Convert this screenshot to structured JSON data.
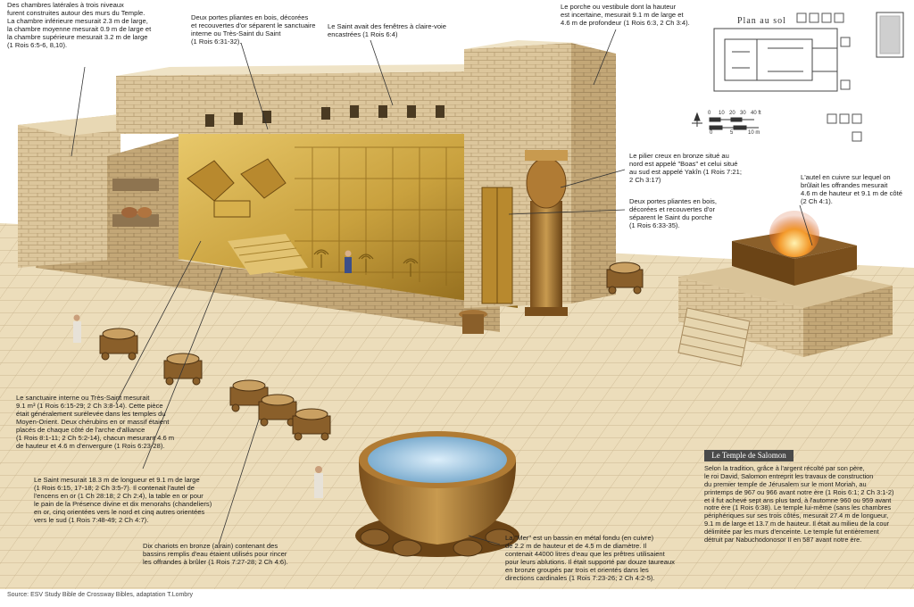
{
  "notes": {
    "side_rooms": "Des chambres latérales à trois niveaux\nfurent construites autour des murs du Temple.\nLa chambre inférieure mesurait 2.3 m de large,\nla chambre moyenne mesurait 0.9 m de large et\nla chambre supérieure mesurait 3.2 m de large\n(1 Rois 6:5-6, 8,10).",
    "inner_doors": "Deux portes pliantes en bois, décorées\net recouvertes d'or séparent le sanctuaire\ninterne ou Très-Saint du Saint\n(1 Rois 6:31-32).",
    "windows": "Le Saint avait des fenêtres à claire-voie\nencastrées (1 Rois 6:4)",
    "porch": "Le porche ou vestibule dont la hauteur\nest incertaine, mesurait 9.1 m de large et\n4.6 m de profondeur (1 Rois 6:3, 2 Ch 3:4).",
    "pillars": "Le pilier creux en bronze situé au\nnord est appelé \"Boas\" et celui situé\nau sud est appelé Yakîn (1 Rois 7:21;\n2 Ch 3:17)",
    "outer_doors": "Deux portes pliantes en bois,\ndécorées et recouvertes d'or\nséparent le Saint du porche\n(1 Rois 6:33-35).",
    "altar": "L'autel en cuivre sur lequel on\nbrûlait les offrandes mesurait\n4.6 m de hauteur et 9.1 m de côté\n(2 Ch 4:1).",
    "holy_of_holies": "Le sanctuaire interne ou Très-Saint mesurait\n9.1 m³ (1 Rois 6:15-29; 2 Ch 3:8-14). Cette pièce\nétait généralement surélevée dans les temples du\nMoyen-Orient. Deux chérubins en or massif étaient\nplacés de chaque côté de l'arche d'alliance\n(1 Rois 8:1-11; 2 Ch 5:2-14), chacun mesurant 4.6 m\nde hauteur et 4.6 m d'envergure (1 Rois 6:23-28).",
    "holy_place": "Le Saint mesurait 18.3 m de longueur et 9.1 m de large\n(1 Rois 6:15, 17-18; 2 Ch 3:5-7). Il contenait l'autel de\nl'encens en or (1 Ch 28:18; 2 Ch 2:4), la table en or pour\nle pain de la Présence divine et dix menorahs (chandeliers)\nen or, cinq orientées vers le nord et cinq autres orientées\nvers le sud (1 Rois 7:48-49; 2 Ch 4:7).",
    "carts": "Dix chariots en bronze (airain) contenant des\nbassins remplis d'eau étaient utilisés pour rincer\nles offrandes à brûler (1 Rois 7:27-28; 2 Ch 4:6).",
    "sea": "La \"Mer\" est un bassin en métal fondu (en cuivre)\nde 2.2 m de hauteur et de 4.5 m de diamètre. Il\ncontenait 44000 litres d'eau que les prêtres utilisaient\npour leurs ablutions. Il était supporté par douze taureaux\nen bronze groupés par trois et orientés dans les\ndirections cardinales (1 Rois 7:23-26; 2 Ch 4:2-5)."
  },
  "plan": {
    "title": "Plan au sol",
    "scale_feet": [
      "0",
      "10",
      "20",
      "30",
      "40 ft"
    ],
    "scale_meters": [
      "0",
      "5",
      "10 m"
    ]
  },
  "infobox": {
    "title": "Le Temple de Salomon",
    "body": "Selon la tradition, grâce à l'argent récolté par son père,\nle roi David, Salomon entreprit les travaux de construction\ndu premier temple de Jérusalem sur le mont Moriah, au\nprintemps de 967 ou 966 avant notre ère (1 Rois 6:1; 2 Ch 3:1-2)\net il fut achevé sept ans plus tard, à l'automne 960 ou 959 avant\nnotre ère (1 Rois 6:38). Le temple lui-même (sans les chambres\npériphériques sur ses trois côtés, mesurait 27.4 m de longueur,\n9.1 m de large et 13.7 m de hauteur. Il était au milieu de la cour\ndélimitée par les murs d'enceinte. Le temple fut entièrement\ndétruit par Nabuchodonosor II en 587 avant notre ère."
  },
  "source": "Source: ESV Study Bible de Crossway Bibles, adaptation T.Lombry",
  "colors": {
    "stone_light": "#e6d5ae",
    "stone_mid": "#cdb489",
    "stone_dark": "#a88c60",
    "gold": "#c9a13e",
    "gold_dark": "#8a6418",
    "bronze": "#9a6b2c",
    "water": "#9ec5dd",
    "fire": "#f39a2c"
  }
}
